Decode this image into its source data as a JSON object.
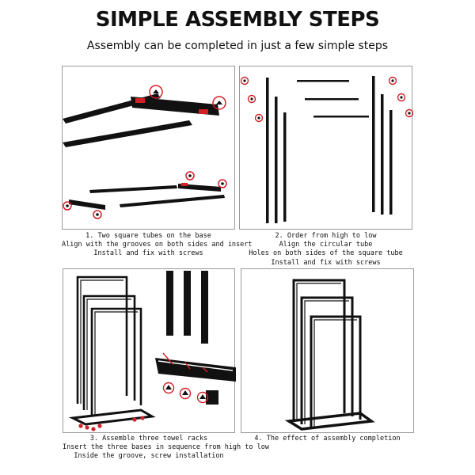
{
  "header": {
    "title": "SIMPLE ASSEMBLY STEPS",
    "subtitle": "Assembly can be completed in just a few simple steps"
  },
  "steps": [
    {
      "lines": [
        "1. Two square tubes on the base",
        "Align with the grooves on both sides and insert",
        "Install and fix with screws"
      ]
    },
    {
      "lines": [
        "2. Order from high to low",
        "Align the circular tube",
        "Holes on both sides of the square tube",
        "Install and fix with screws"
      ]
    },
    {
      "lines": [
        "3. Assemble three towel racks",
        "Insert the three bases in sequence from high to low",
        "Inside the groove, screw installation"
      ]
    },
    {
      "lines": [
        "4. The effect of assembly completion"
      ]
    }
  ],
  "colors": {
    "accent": "#d31f26",
    "metal": "#111111"
  }
}
